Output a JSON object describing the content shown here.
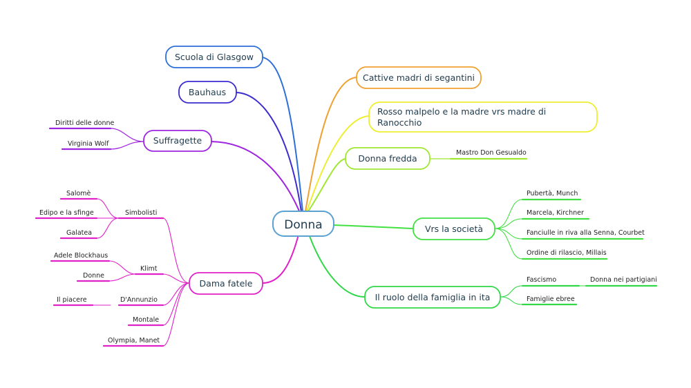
{
  "center": {
    "label": "Donna"
  },
  "colors": {
    "blue": "#2d6fd8",
    "indigo": "#3b2bd0",
    "purple": "#9d24e0",
    "magenta": "#e020c8",
    "orange": "#f0a030",
    "yellow": "#eeee30",
    "lime": "#9ee830",
    "green": "#40e040",
    "green2": "#30d848",
    "center_border": "#5aa0d0"
  },
  "branches": {
    "scuola": {
      "label": "Scuola di Glasgow"
    },
    "bauhaus": {
      "label": "Bauhaus"
    },
    "suffragette": {
      "label": "Suffragette",
      "children": [
        "Diritti delle donne",
        "Virginia Wolf"
      ]
    },
    "dama": {
      "label": "Dama fatele",
      "simbolisti": {
        "label": "Simbolisti",
        "children": [
          "Salomè",
          "Edipo e la sfinge",
          "Galatea"
        ]
      },
      "klimt": {
        "label": "Klimt",
        "children": [
          "Adele Blockhaus",
          "Donne"
        ]
      },
      "dannunzio": {
        "label": "D'Annunzio",
        "children": [
          "Il piacere"
        ]
      },
      "montale": {
        "label": "Montale"
      },
      "olympia": {
        "label": "Olympia, Manet"
      }
    },
    "cattive": {
      "label": "Cattive madri di segantini"
    },
    "rosso": {
      "label_line1": "Rosso malpelo e la madre vrs madre di",
      "label_line2": "Ranocchio"
    },
    "fredda": {
      "label": "Donna fredda",
      "children": [
        "Mastro Don Gesualdo"
      ]
    },
    "societa": {
      "label": "Vrs la società",
      "children": [
        "Pubertà, Munch",
        "Marcela, Kirchner",
        "Fanciulle in riva alla Senna, Courbet",
        "Ordine di rilascio, Millais"
      ]
    },
    "famiglia": {
      "label": "Il ruolo della famiglia in ita",
      "fascismo": {
        "label": "Fascismo",
        "children": [
          "Donna nei partigiani"
        ]
      },
      "ebree": {
        "label": "Famiglie ebree"
      }
    }
  }
}
